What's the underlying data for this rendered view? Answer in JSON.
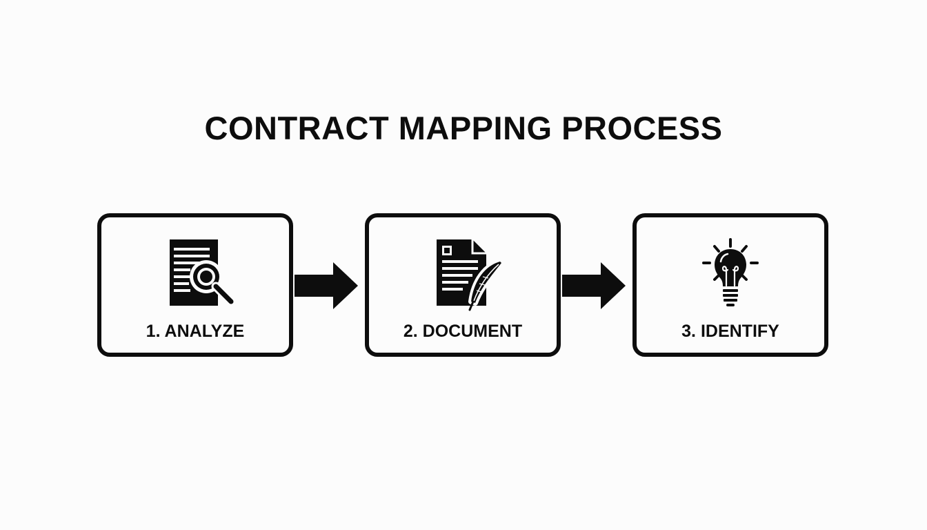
{
  "title": "CONTRACT MAPPING PROCESS",
  "steps": [
    {
      "label": "1. ANALYZE",
      "icon": "document-search-icon"
    },
    {
      "label": "2. DOCUMENT",
      "icon": "document-quill-icon"
    },
    {
      "label": "3. IDENTIFY",
      "icon": "lightbulb-icon"
    }
  ],
  "colors": {
    "ink": "#0d0d0d",
    "background": "#fcfcfc"
  }
}
